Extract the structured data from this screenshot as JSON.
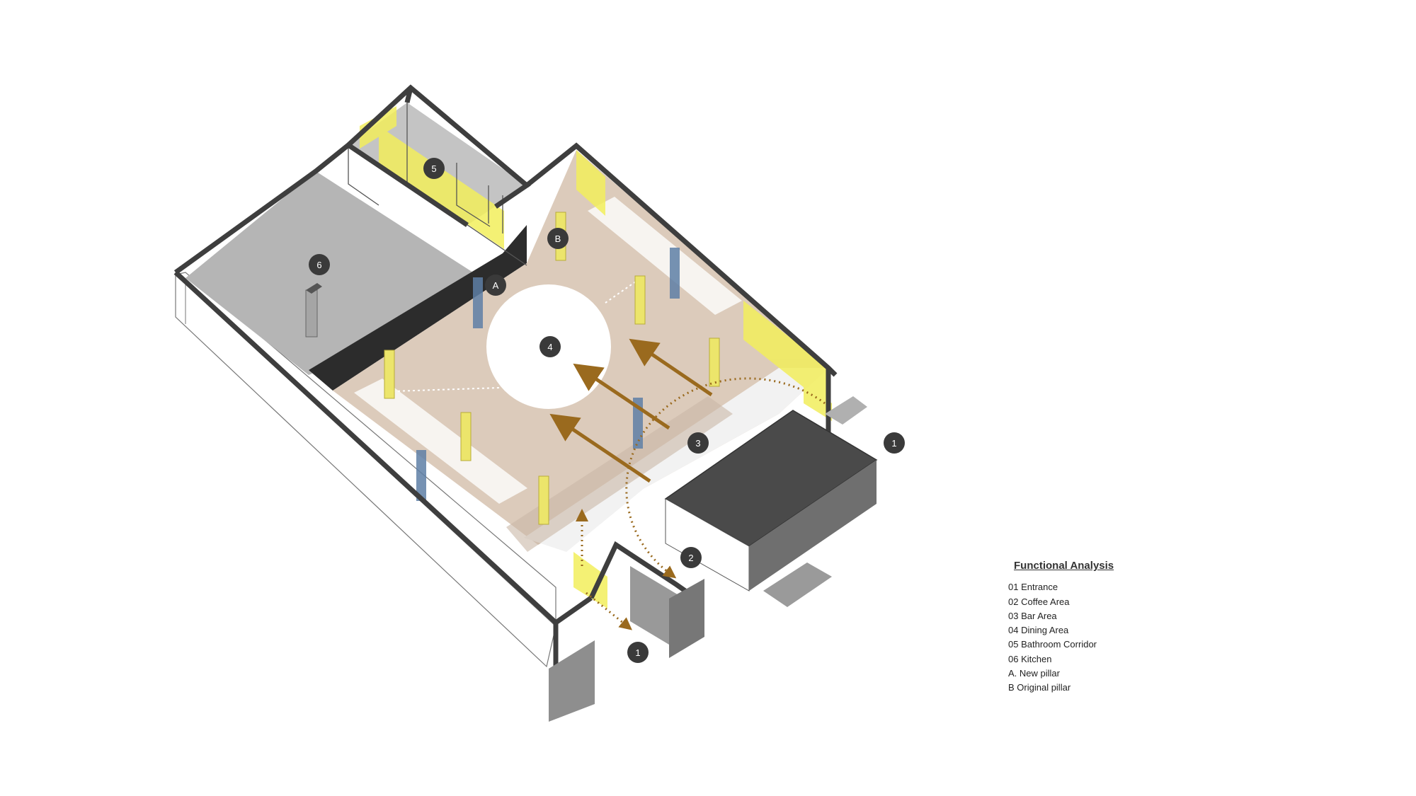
{
  "markers": {
    "m1a": "1",
    "m1b": "1",
    "m2": "2",
    "m3": "3",
    "m4": "4",
    "m5": "5",
    "m6": "6",
    "mA": "A",
    "mB": "B"
  },
  "legend": {
    "title": "Functional Analysis",
    "items": [
      "01 Entrance",
      "02 Coffee Area",
      "03 Bar Area",
      "04 Dining Area",
      "05 Bathroom Corridor",
      "06 Kitchen",
      "A. New pillar",
      "B Original pillar"
    ]
  },
  "colors": {
    "wall": "#3e3e3e",
    "floor": "#dccbbb",
    "kitchen_floor": "#b5b5b5",
    "highlight": "#f2ee5c",
    "new_pillar": "#5e7fa6",
    "arrow": "#9a6a1e",
    "marker": "#3a3a3a"
  }
}
